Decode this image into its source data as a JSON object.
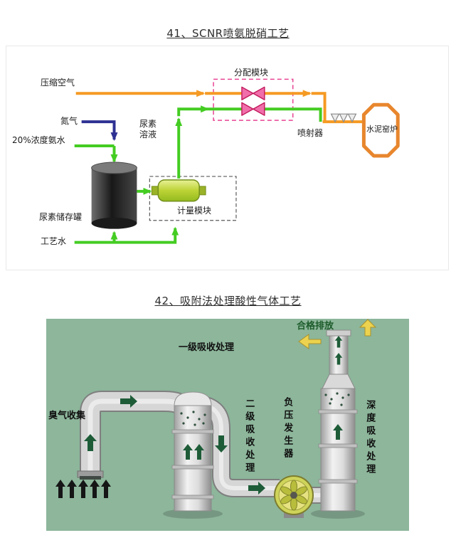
{
  "page": {
    "background": "#ffffff"
  },
  "sections": {
    "s41": {
      "title": "41、SCNR喷氨脱硝工艺"
    },
    "s42": {
      "title": "42、吸附法处理酸性气体工艺"
    }
  },
  "diagram41": {
    "labels": {
      "compressed_air": "压缩空气",
      "distribution_module": "分配模块",
      "nitrogen": "氮气",
      "ammonia_water": "20%浓度氨水",
      "urea_solution": "尿素溶液",
      "urea_storage_tank": "尿素储存罐",
      "process_water": "工艺水",
      "metering_module": "计量模块",
      "injector": "喷射器",
      "cement_kiln": "水泥窑炉"
    },
    "colors": {
      "air_line": "#f59a23",
      "liquid_line": "#44cc22",
      "nitrogen_line": "#2e3192",
      "module_border": "#e84393",
      "kiln_outline": "#e8862d"
    }
  },
  "diagram42": {
    "labels": {
      "qualified_emission": "合格排放",
      "stage1_absorption": "一级吸收处理",
      "odor_collection": "臭气收集",
      "stage2_absorption": "二级吸收处理",
      "negative_pressure_generator": "负压发生器",
      "deep_absorption": "深度吸收处理"
    },
    "colors": {
      "background": "#8db69b",
      "duct": "#d6d6d6",
      "flow_arrow": "#1e5c38",
      "emission_arrow": "#ecd24e",
      "intake_arrow": "#161616"
    }
  }
}
